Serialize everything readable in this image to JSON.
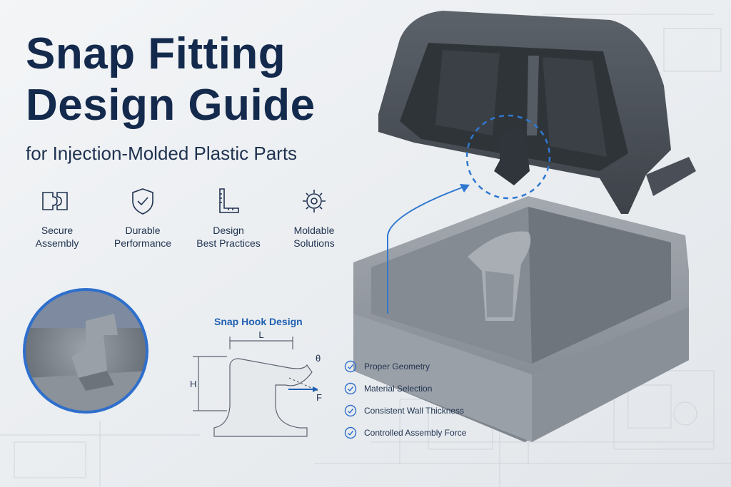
{
  "header": {
    "title_line1": "Snap Fitting",
    "title_line2": "Design Guide",
    "subtitle": "for Injection-Molded Plastic Parts"
  },
  "features": [
    {
      "icon": "puzzle-icon",
      "line1": "Secure",
      "line2": "Assembly"
    },
    {
      "icon": "shield-check-icon",
      "line1": "Durable",
      "line2": "Performance"
    },
    {
      "icon": "ruler-square-icon",
      "line1": "Design",
      "line2": "Best Practices"
    },
    {
      "icon": "gear-icon",
      "line1": "Moldable",
      "line2": "Solutions"
    }
  ],
  "diagram": {
    "title": "Snap Hook Design",
    "label_length": "L",
    "label_height": "H",
    "label_angle": "θ",
    "label_force": "F"
  },
  "checklist": [
    "Proper Geometry",
    "Material Selection",
    "Consistent Wall Thickness",
    "Controlled Assembly Force"
  ],
  "colors": {
    "title": "#142a4d",
    "accent": "#1f5fb0",
    "lid": "#4a4f57",
    "base": "#8d939b"
  }
}
